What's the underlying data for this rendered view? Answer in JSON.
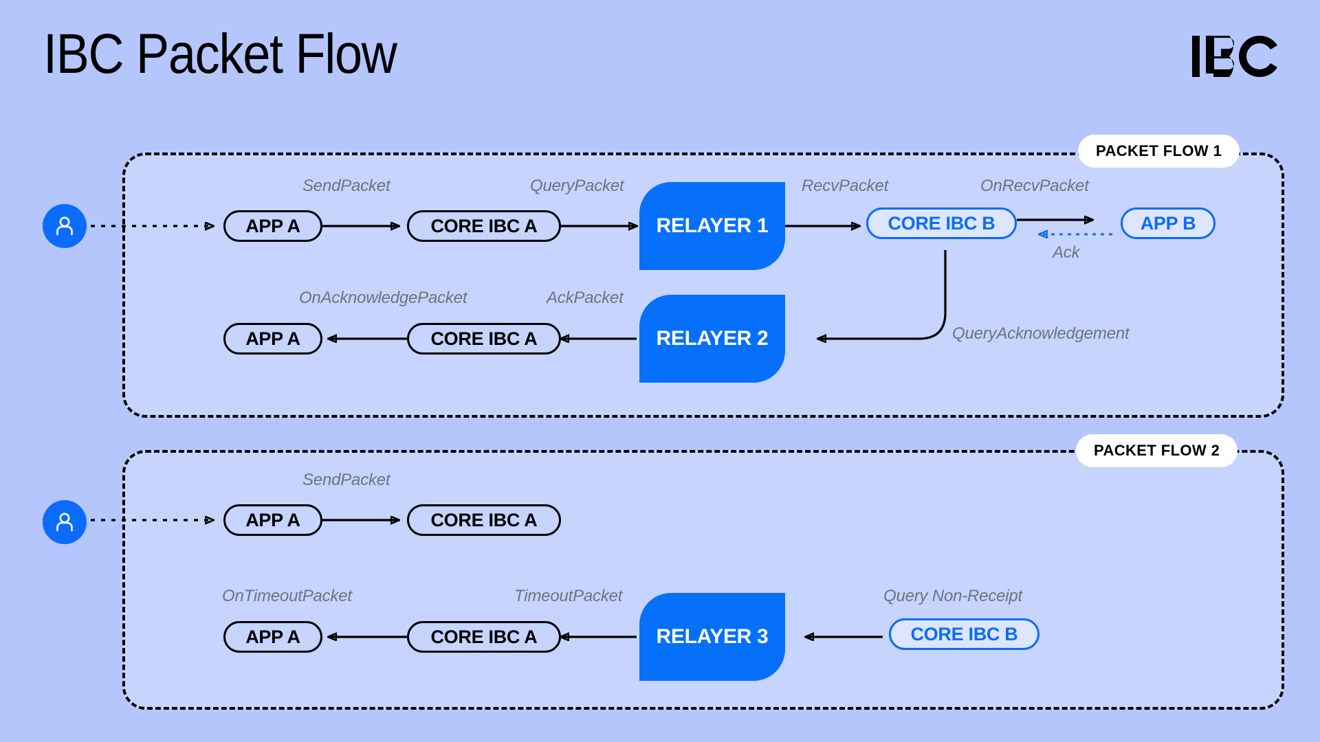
{
  "header": {
    "title": "IBC Packet Flow",
    "logo_alt": "IBC"
  },
  "colors": {
    "page_background": "#b5c6fd",
    "panel_fill": "#c6d4fe",
    "relayer_blue": "#0670fb",
    "accent_blue": "#0b6cfb",
    "node_blue_fill": "#dde6fe",
    "label_gray": "#6b7481",
    "badge_white": "#ffffff",
    "line_black": "#000000"
  },
  "panels": [
    {
      "badge": "PACKET FLOW 1",
      "rows": [
        {
          "nodes": [
            "APP A",
            "CORE IBC A",
            "RELAYER 1",
            "CORE IBC B",
            "APP B"
          ],
          "labels": [
            "SendPacket",
            "QueryPacket",
            "RecvPacket",
            "OnRecvPacket",
            "Ack"
          ]
        },
        {
          "nodes": [
            "APP A",
            "CORE IBC A",
            "RELAYER 2"
          ],
          "labels": [
            "OnAcknowledgePacket",
            "AckPacket",
            "QueryAcknowledgement"
          ]
        }
      ]
    },
    {
      "badge": "PACKET FLOW 2",
      "rows": [
        {
          "nodes": [
            "APP A",
            "CORE IBC A"
          ],
          "labels": [
            "SendPacket"
          ]
        },
        {
          "nodes": [
            "APP A",
            "CORE IBC A",
            "RELAYER 3",
            "CORE IBC B"
          ],
          "labels": [
            "OnTimeoutPacket",
            "TimeoutPacket",
            "Query Non-Receipt"
          ]
        }
      ]
    }
  ],
  "flow1": {
    "row1": {
      "app_a": "APP A",
      "core_ibc_a": "CORE IBC A",
      "relayer": "RELAYER 1",
      "core_ibc_b": "CORE IBC B",
      "app_b": "APP B",
      "label_send_packet": "SendPacket",
      "label_query_packet": "QueryPacket",
      "label_recv_packet": "RecvPacket",
      "label_on_recv_packet": "OnRecvPacket",
      "label_ack": "Ack"
    },
    "row2": {
      "app_a": "APP A",
      "core_ibc_a": "CORE IBC A",
      "relayer": "RELAYER 2",
      "label_on_acknowledge_packet": "OnAcknowledgePacket",
      "label_ack_packet": "AckPacket",
      "label_query_acknowledgement": "QueryAcknowledgement"
    },
    "badge": "PACKET FLOW 1"
  },
  "flow2": {
    "row1": {
      "app_a": "APP A",
      "core_ibc_a": "CORE IBC A",
      "label_send_packet": "SendPacket"
    },
    "row2": {
      "app_a": "APP A",
      "core_ibc_a": "CORE IBC A",
      "relayer": "RELAYER 3",
      "core_ibc_b": "CORE IBC B",
      "label_on_timeout_packet": "OnTimeoutPacket",
      "label_timeout_packet": "TimeoutPacket",
      "label_query_non_receipt": "Query Non-Receipt"
    },
    "badge": "PACKET FLOW 2"
  },
  "icons": {
    "user_avatar": "user-icon",
    "logo": "ibc-logo-icon"
  }
}
